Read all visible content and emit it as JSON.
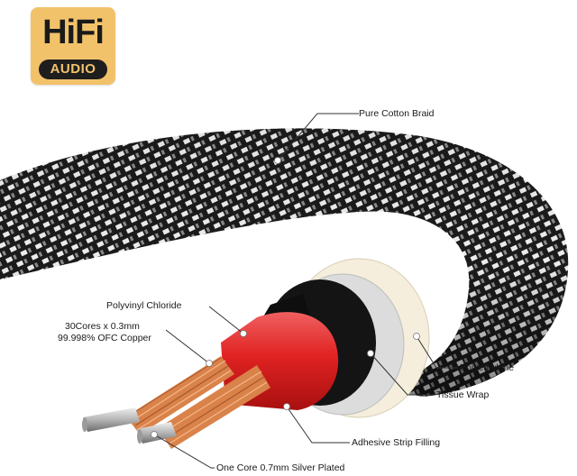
{
  "badge": {
    "title": "HiFi",
    "subtitle": "AUDIO"
  },
  "colors": {
    "braid_dark": "#1b1b1b",
    "braid_light": "#e8e8e8",
    "cotton": "#f5eedc",
    "tissue": "#dcdcdc",
    "pvc_black": "#141414",
    "red_core": "#e02222",
    "copper": "#d9824a",
    "silver": "#c8c8c8",
    "badge_gold": "#f2c26a"
  },
  "callouts": {
    "braid": "Pure Cotton Braid",
    "pvc": "Polyvinyl Chloride",
    "copper_line1": "30Cores x 0.3mm",
    "copper_line2": "99.998% OFC Copper",
    "polyethylene": "Polyethylene",
    "tissue": "Tissue Wrap",
    "adhesive": "Adhesive Strip Filling",
    "silver_core": "One Core 0.7mm Silver Plated"
  }
}
